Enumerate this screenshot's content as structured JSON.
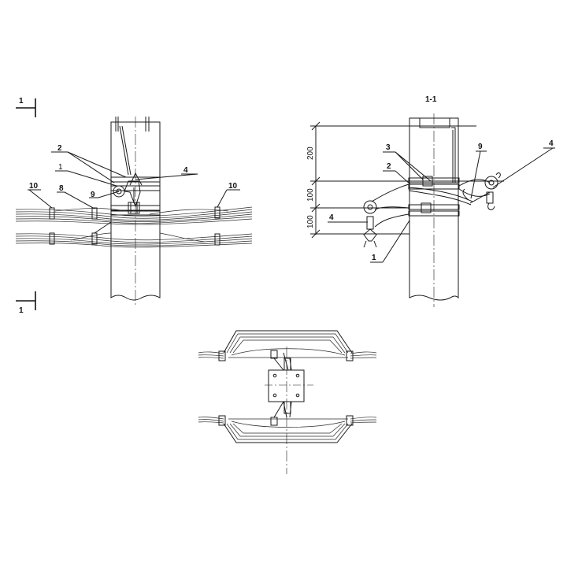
{
  "section_marker": {
    "top": "1",
    "bottom": "1"
  },
  "section_title": "1-1",
  "front_view": {
    "callouts": [
      "2",
      "1",
      "4",
      "10",
      "8",
      "9",
      "10"
    ]
  },
  "side_view": {
    "callouts": [
      "3",
      "9",
      "4",
      "2",
      "4",
      "1"
    ],
    "dimensions": [
      "200",
      "100",
      "100"
    ]
  }
}
